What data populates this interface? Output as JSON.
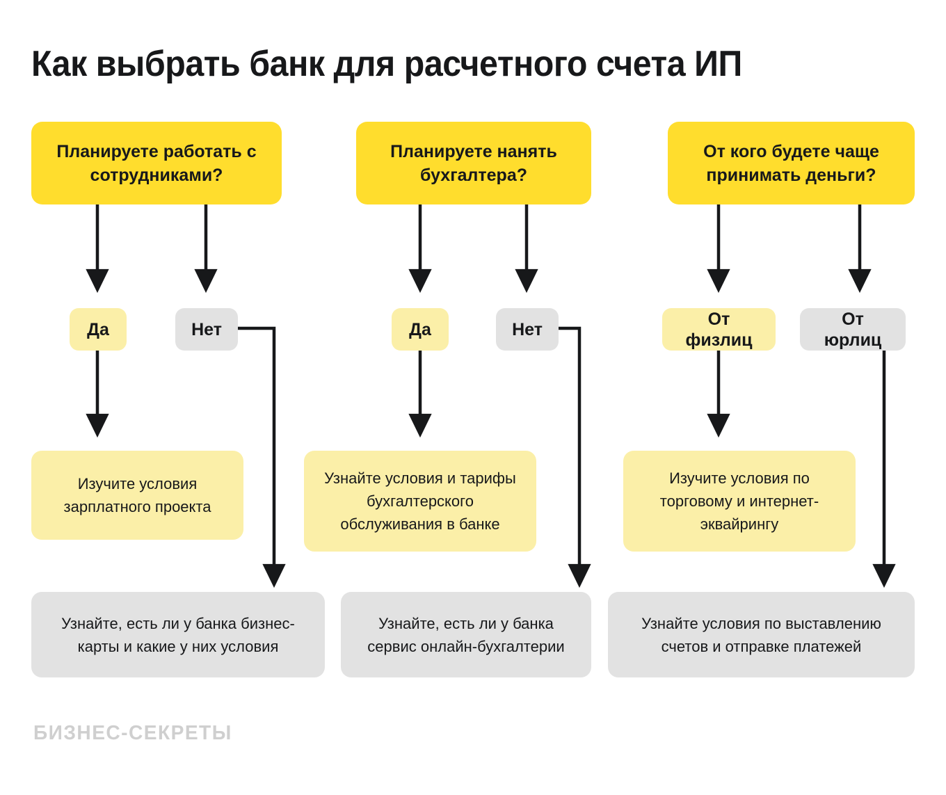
{
  "title": "Как выбрать банк для расчетного счета ИП",
  "brand": "БИЗНЕС-СЕКРЕТЫ",
  "colors": {
    "background": "#ffffff",
    "question_fill": "#ffdd2d",
    "yes_fill": "#fbefa8",
    "no_fill": "#e2e2e2",
    "text": "#17181a",
    "connector": "#17181a",
    "brand_text": "#cfcfcf"
  },
  "chart_data": {
    "type": "diagram",
    "title": "Как выбрать банк для расчетного счета ИП",
    "orientation": "top-down",
    "columns": 3
  },
  "columns": [
    {
      "question": "Планируете работать с сотрудниками?",
      "choices": [
        {
          "label": "Да",
          "kind": "yes"
        },
        {
          "label": "Нет",
          "kind": "no"
        }
      ],
      "outcome_yellow": "Изучите условия зарплатного проекта",
      "outcome_gray": "Узнайте, есть ли у банка бизнес-карты и какие у них условия"
    },
    {
      "question": "Планируете нанять бухгалтера?",
      "choices": [
        {
          "label": "Да",
          "kind": "yes"
        },
        {
          "label": "Нет",
          "kind": "no"
        }
      ],
      "outcome_yellow": "Узнайте условия и тарифы бухгалтерского обслуживания в банке",
      "outcome_gray": "Узнайте, есть ли у банка сервис онлайн-бухгалтерии"
    },
    {
      "question": "От кого будете чаще принимать деньги?",
      "choices": [
        {
          "label": "От физлиц",
          "kind": "yes"
        },
        {
          "label": "От юрлиц",
          "kind": "no"
        }
      ],
      "outcome_yellow": "Изучите условия по торговому и интернет-эквайрингу",
      "outcome_gray": "Узнайте условия по выставлению счетов и отправке платежей"
    }
  ]
}
